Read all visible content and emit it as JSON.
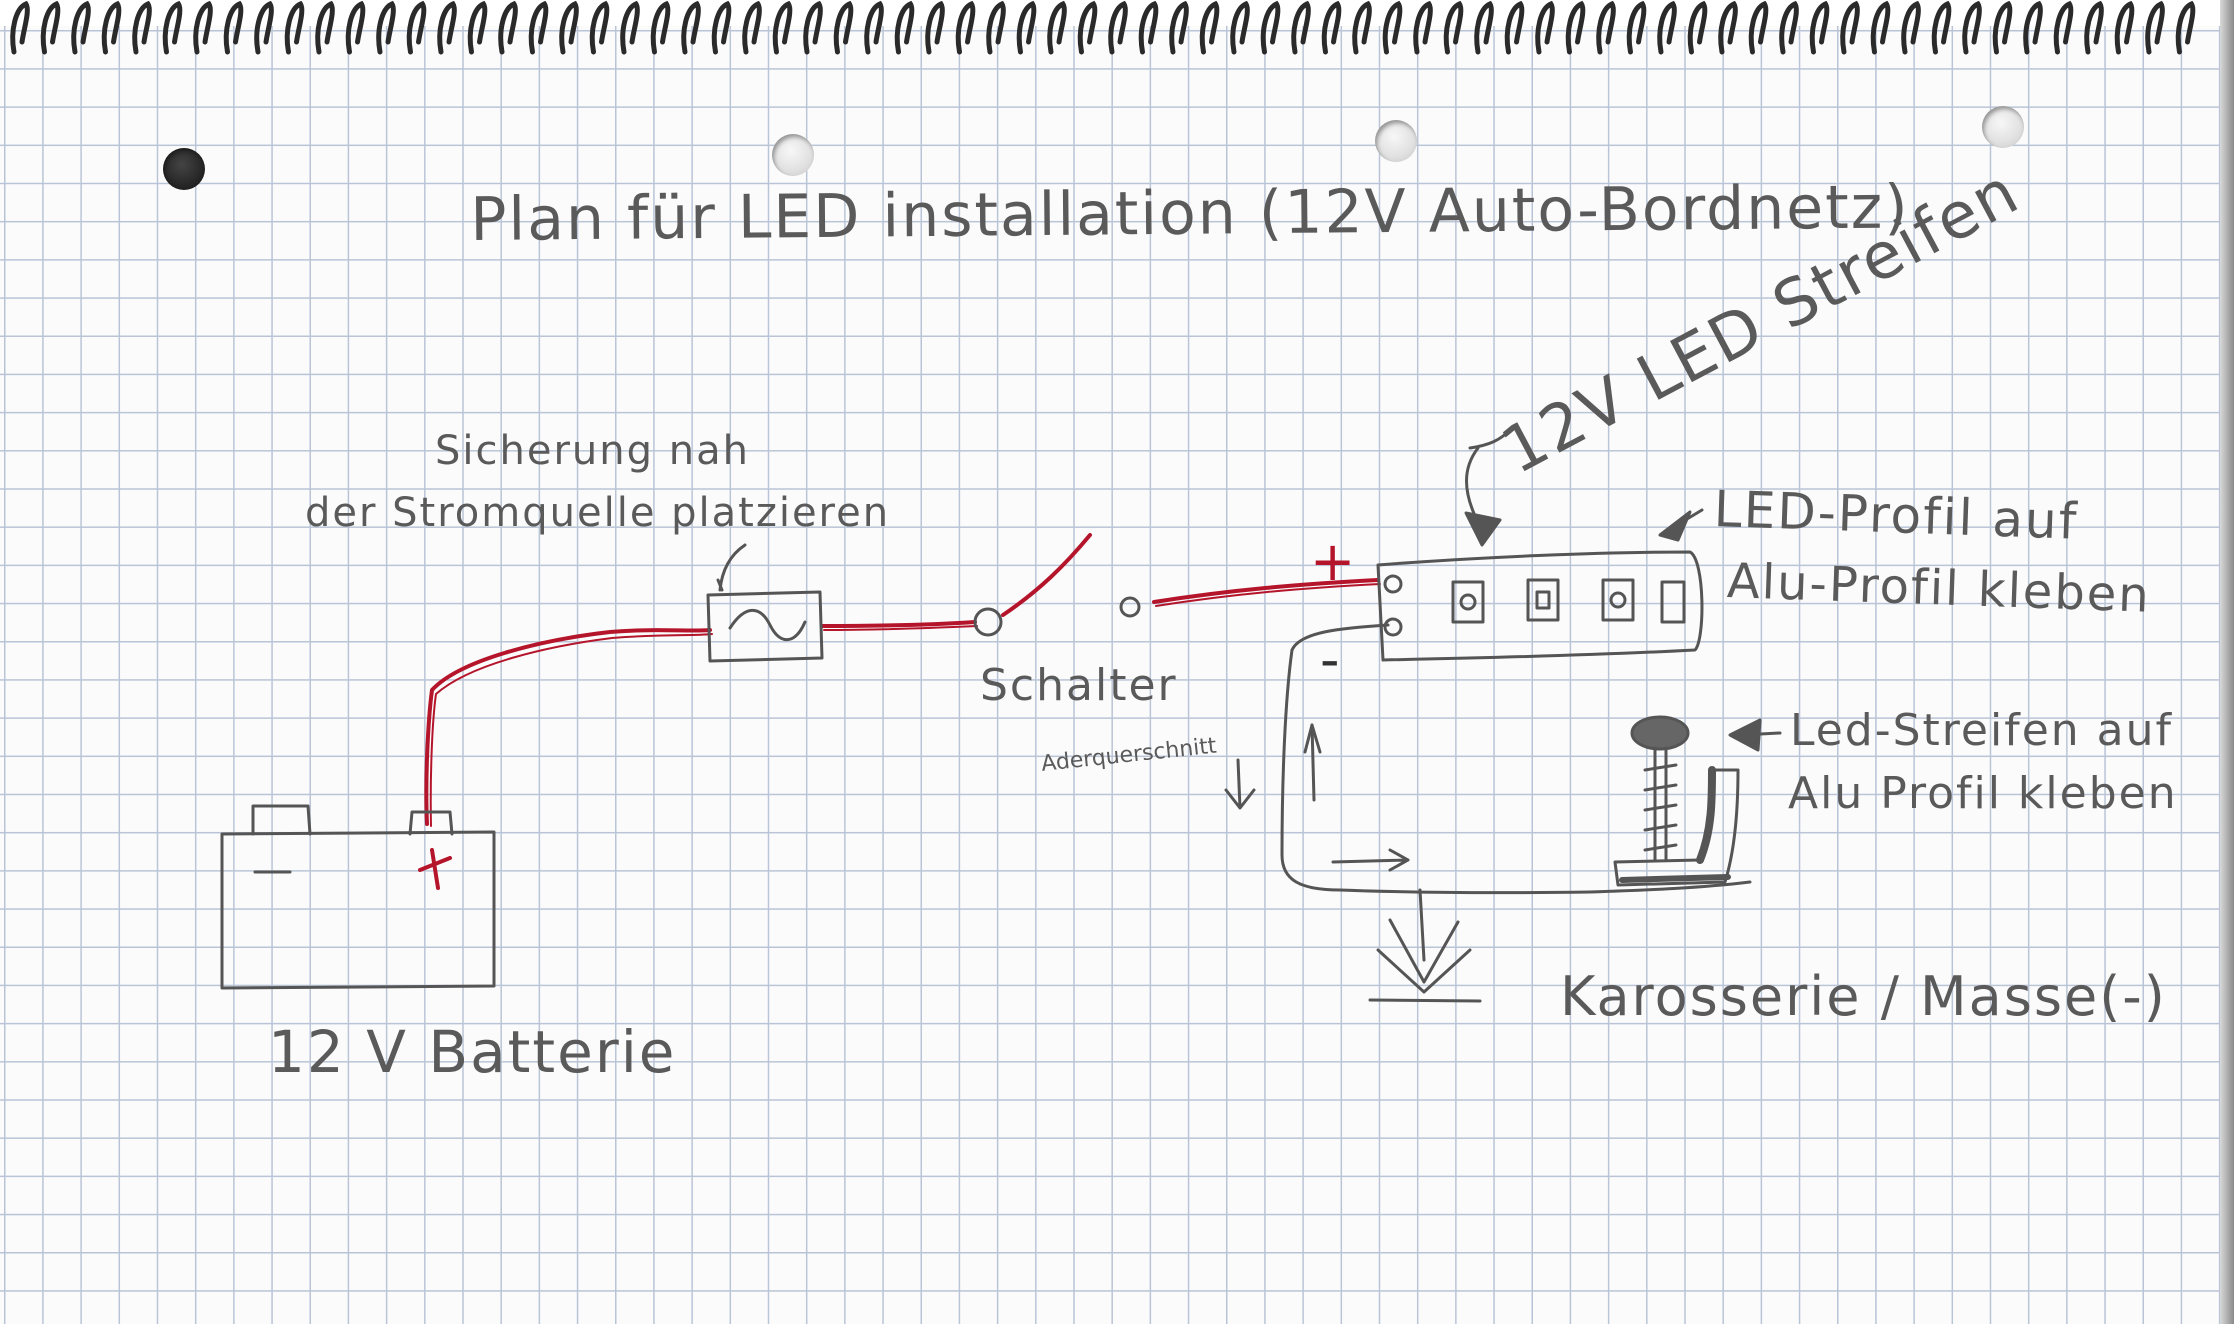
{
  "title": "Plan für LED installation (12V Auto-Bordnetz)",
  "labels": {
    "strip_rotated": "12V LED Streifen",
    "fuse_line1": "Sicherung nah",
    "fuse_line2": "der Stromquelle platzieren",
    "switch": "Schalter",
    "profile_line1": "LED-Profil auf",
    "profile_line2": "Alu-Profil kleben",
    "strip_line1": "Led-Streifen auf",
    "strip_line2": "Alu Profil kleben",
    "wire_gauge": "Aderquerschnitt",
    "battery": "12 V Batterie",
    "ground": "Karosserie / Masse(-)",
    "plus_switch": "+",
    "minus_strip": "-",
    "battery_plus": "+",
    "battery_minus": "-"
  },
  "colors": {
    "wire_positive": "#b5152b",
    "pencil": "#555555",
    "grid": "#b9c4d6"
  },
  "icons": [
    "fuse-icon",
    "switch-icon",
    "battery-icon",
    "ground-icon",
    "led-chip-icon",
    "pointer-arrow-icon"
  ]
}
